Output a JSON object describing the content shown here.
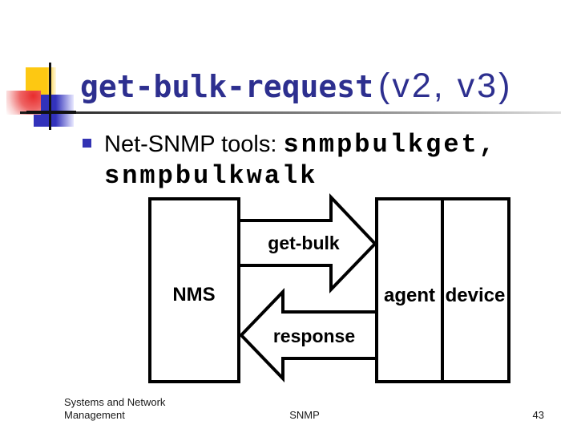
{
  "title": {
    "code": "get-bulk-request",
    "suffix": "(v2, v3)"
  },
  "bullet": {
    "prefix": "Net-SNMP tools: ",
    "code_line1": "snmpbulkget,",
    "code_line2": "snmpbulkwalk"
  },
  "diagram": {
    "nms_label": "NMS",
    "agent_label": "agent",
    "device_label": "device",
    "request_arrow_label": "get-bulk",
    "response_arrow_label": "response"
  },
  "footer": {
    "left_line1": "Systems and Network",
    "left_line2": "Management",
    "center": "SNMP",
    "page_number": "43"
  },
  "colors": {
    "title_text": "#2d2f8f",
    "bullet_square": "#3333b3",
    "logo_yellow": "#fdc812",
    "logo_blue": "#3232bb",
    "logo_red": "#e82c2c",
    "diagram_stroke": "#000000",
    "diagram_fill": "#ffffff"
  }
}
